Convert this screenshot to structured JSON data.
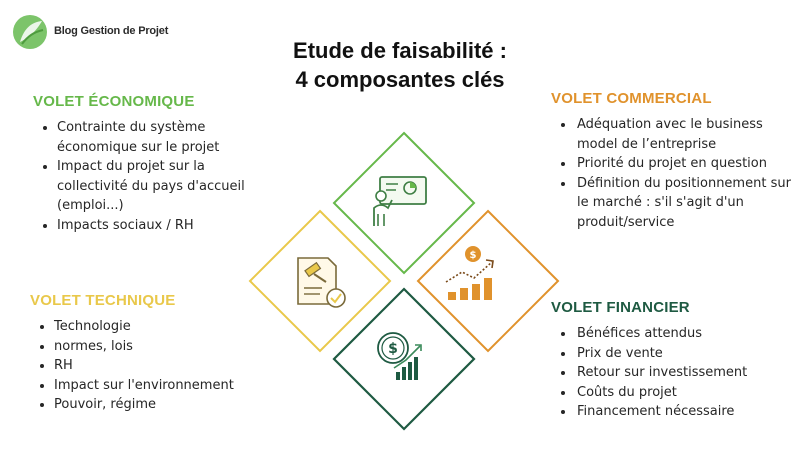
{
  "brand": {
    "name": "Blog Gestion de Projet"
  },
  "title": {
    "line1": "Etude de faisabilité :",
    "line2": "4 composantes clés"
  },
  "sections": {
    "economique": {
      "heading": "VOLET ÉCONOMIQUE",
      "items": [
        "Contrainte du système économique sur le projet",
        "Impact du projet sur la collectivité du pays d'accueil (emploi...)",
        "Impacts sociaux / RH"
      ]
    },
    "technique": {
      "heading": "VOLET TECHNIQUE",
      "items": [
        "Technologie",
        "normes, lois",
        "RH",
        "Impact sur l'environnement",
        "Pouvoir, régime"
      ]
    },
    "commercial": {
      "heading": "VOLET COMMERCIAL",
      "items": [
        "Adéquation avec le business model de l’entreprise",
        "Priorité du projet en question",
        "Définition du positionnement sur le marché : s'il s'agit d'un produit/service"
      ]
    },
    "financier": {
      "heading": "VOLET FINANCIER",
      "items": [
        "Bénéfices attendus",
        "Prix de vente",
        "Retour sur investissement",
        "Coûts du projet",
        "Financement nécessaire"
      ]
    }
  },
  "colors": {
    "economique": "#66b84a",
    "technique": "#e9c84a",
    "commercial": "#e0922c",
    "financier": "#1e5a42"
  },
  "icons": {
    "economique": "presentation-board-icon",
    "technique": "legal-document-gavel-icon",
    "commercial": "growth-chart-coin-icon",
    "financier": "dollar-chart-icon"
  }
}
